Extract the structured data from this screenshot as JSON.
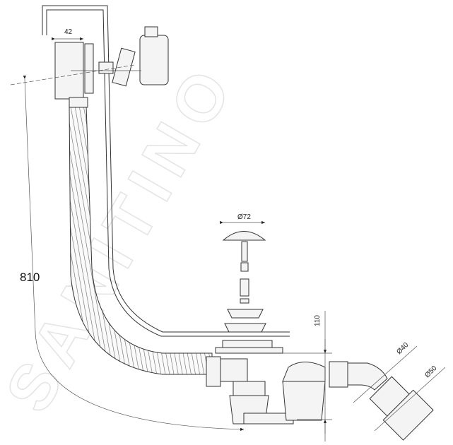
{
  "watermark": "SANITINO",
  "dimensions": {
    "overflow_width": "42",
    "plug_diameter": "Ø72",
    "total_length": "810",
    "trap_height": "110",
    "outlet_inner": "Ø40",
    "outlet_outer": "Ø50"
  }
}
